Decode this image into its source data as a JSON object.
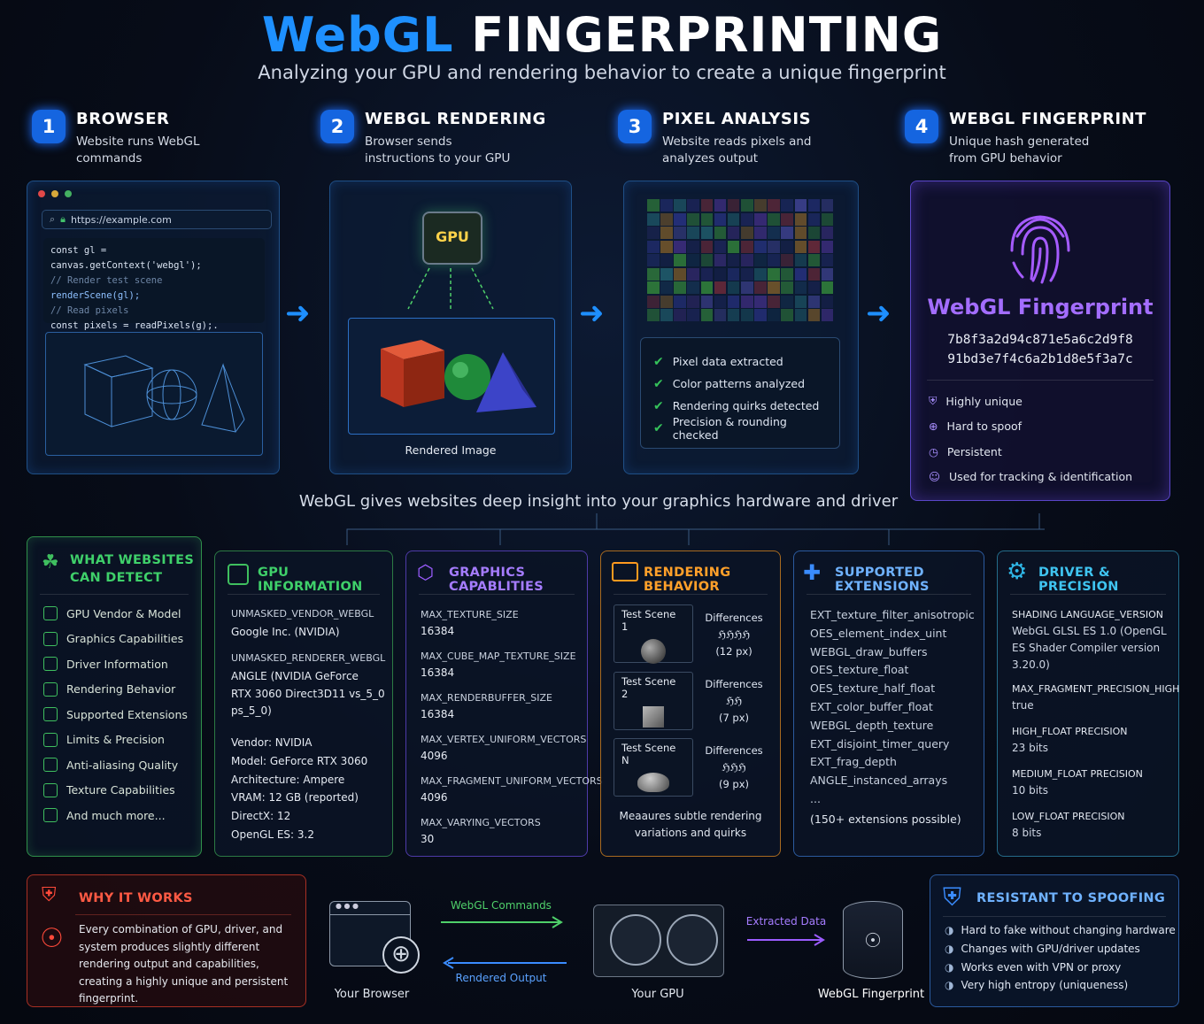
{
  "header": {
    "title_part1": "WebGL",
    "title_part2": "FINGERPRINTING",
    "subtitle": "Analyzing your GPU and rendering behavior to create a unique fingerprint"
  },
  "steps": [
    {
      "num": "1",
      "title": "BROWSER",
      "desc": "Website runs WebGL commands"
    },
    {
      "num": "2",
      "title": "WEBGL RENDERING",
      "desc": "Browser sends instructions to your GPU"
    },
    {
      "num": "3",
      "title": "PIXEL ANALYSIS",
      "desc": "Website reads pixels and analyzes output"
    },
    {
      "num": "4",
      "title": "WEBGL FINGERPRINT",
      "desc": "Unique hash generated from GPU behavior"
    }
  ],
  "browser": {
    "url": "https://example.com",
    "code": [
      "const gl = canvas.getContext('webgl');",
      "// Render test scene",
      "renderScene(gl);",
      "// Read pixels",
      "const pixels = readPixels(g);."
    ]
  },
  "rendering": {
    "chip_label": "GPU",
    "caption": "Rendered Image"
  },
  "analysis": {
    "checks": [
      "Pixel data extracted",
      "Color patterns analyzed",
      "Rendering quirks detected",
      "Precision & rounding checked"
    ]
  },
  "fingerprint": {
    "title": "WebGL Fingerprint",
    "hash_line1": "7b8f3a2d94c871e5a6c2d9f8",
    "hash_line2": "91bd3e7f4c6a2b1d8e5f3a7c",
    "features": [
      "Highly unique",
      "Hard to spoof",
      "Persistent",
      "Used for tracking & identification"
    ]
  },
  "insight": "WebGL gives websites deep insight into your graphics hardware and driver",
  "detect": {
    "title_line1": "WHAT WEBSITES",
    "title_line2": "CAN DETECT",
    "items": [
      "GPU Vendor & Model",
      "Graphics Capabilities",
      "Driver Information",
      "Rendering Behavior",
      "Supported Extensions",
      "Limits & Precision",
      "Anti-aliasing Quality",
      "Texture Capabilities",
      "And much more..."
    ]
  },
  "gpu_info": {
    "title": "GPU INFORMATION",
    "vendor_label": "UNMASKED_VENDOR_WEBGL",
    "vendor_value": "Google Inc. (NVIDIA)",
    "renderer_label": "UNMASKED_RENDERER_WEBGL",
    "renderer_value": [
      "ANGLE (NVIDIA GeForce",
      "RTX 3060 Direct3D11 vs_5_0",
      "ps_5_0)"
    ],
    "specs": [
      "Vendor: NVIDIA",
      "Model: GeForce RTX 3060",
      "Architecture: Ampere",
      "VRAM: 12 GB (reported)",
      "DirectX: 12",
      "OpenGL ES: 3.2"
    ]
  },
  "capabilities": {
    "title": "GRAPHICS CAPABLITIES",
    "items": [
      {
        "label": "MAX_TEXTURE_SIZE",
        "value": "16384"
      },
      {
        "label": "MAX_CUBE_MAP_TEXTURE_SIZE",
        "value": "16384"
      },
      {
        "label": "MAX_RENDERBUFFER_SIZE",
        "value": "16384"
      },
      {
        "label": "MAX_VERTEX_UNIFORM_VECTORS",
        "value": "4096"
      },
      {
        "label": "MAX_FRAGMENT_UNIFORM_VECTORS",
        "value": "4096"
      },
      {
        "label": "MAX_VARYING_VECTORS",
        "value": "30"
      }
    ]
  },
  "rendering_behavior": {
    "title": "RENDERING BEHAVIOR",
    "scenes": [
      {
        "name": "Test Scene 1",
        "diff_label": "Differences",
        "marks": "ℌℌℌℌ",
        "px": "(12 px)"
      },
      {
        "name": "Test Scene 2",
        "diff_label": "Differences",
        "marks": "ℌℌ",
        "px": "(7 px)"
      },
      {
        "name": "Test Scene N",
        "diff_label": "Differences",
        "marks": "ℌℌℌ",
        "px": "(9 px)"
      }
    ],
    "caption_line1": "Meaaures subtle rendering",
    "caption_line2": "variations and quirks"
  },
  "extensions": {
    "title": "SUPPORTED EXTENSIONS",
    "items": [
      "EXT_texture_filter_anisotropic",
      "OES_element_index_uint",
      "WEBGL_draw_buffers",
      "OES_texture_float",
      "OES_texture_half_float",
      "EXT_color_buffer_float",
      "WEBGL_depth_texture",
      "EXT_disjoint_timer_query",
      "EXT_frag_depth",
      "ANGLE_instanced_arrays",
      "..."
    ],
    "note": "(150+ extensions possible)"
  },
  "driver": {
    "title": "DRIVER & PRECISION",
    "items": [
      {
        "label": "SHADING LANGUAGE_VERSION",
        "value": "WebGL GLSL ES 1.0 (OpenGL ES Shader Compiler version 3.20.0)"
      },
      {
        "label": "MAX_FRAGMENT_PRECISION_HIGH",
        "value": "true"
      },
      {
        "label": "HIGH_FLOAT PRECISION",
        "value": "23 bits"
      },
      {
        "label": "MEDIUM_FLOAT PRECISION",
        "value": "10 bits"
      },
      {
        "label": "LOW_FLOAT PRECISION",
        "value": "8 bits"
      }
    ]
  },
  "why": {
    "title": "WHY IT WORKS",
    "text": "Every combination of GPU, driver, and system produces slightly different rendering output and capabilities, creating a highly unique and persistent fingerprint."
  },
  "flow": {
    "commands_label": "WebGL Commands",
    "output_label": "Rendered Output",
    "extracted_label": "Extracted Data",
    "browser_label": "Your Browser",
    "gpu_label": "Your GPU",
    "fingerprint_label": "WebGL Fingerprint"
  },
  "resistant": {
    "title": "RESISTANT TO SPOOFING",
    "items": [
      "Hard to fake without changing hardware",
      "Changes with GPU/driver updates",
      "Works even with VPN or proxy",
      "Very high entropy (uniqueness)"
    ]
  },
  "colors": {
    "accent_blue": "#1e90ff",
    "green": "#3fbf5f",
    "purple": "#9b5cff",
    "orange": "#ff9a1f",
    "red": "#ff4a3a",
    "teal": "#2fb8e8"
  }
}
